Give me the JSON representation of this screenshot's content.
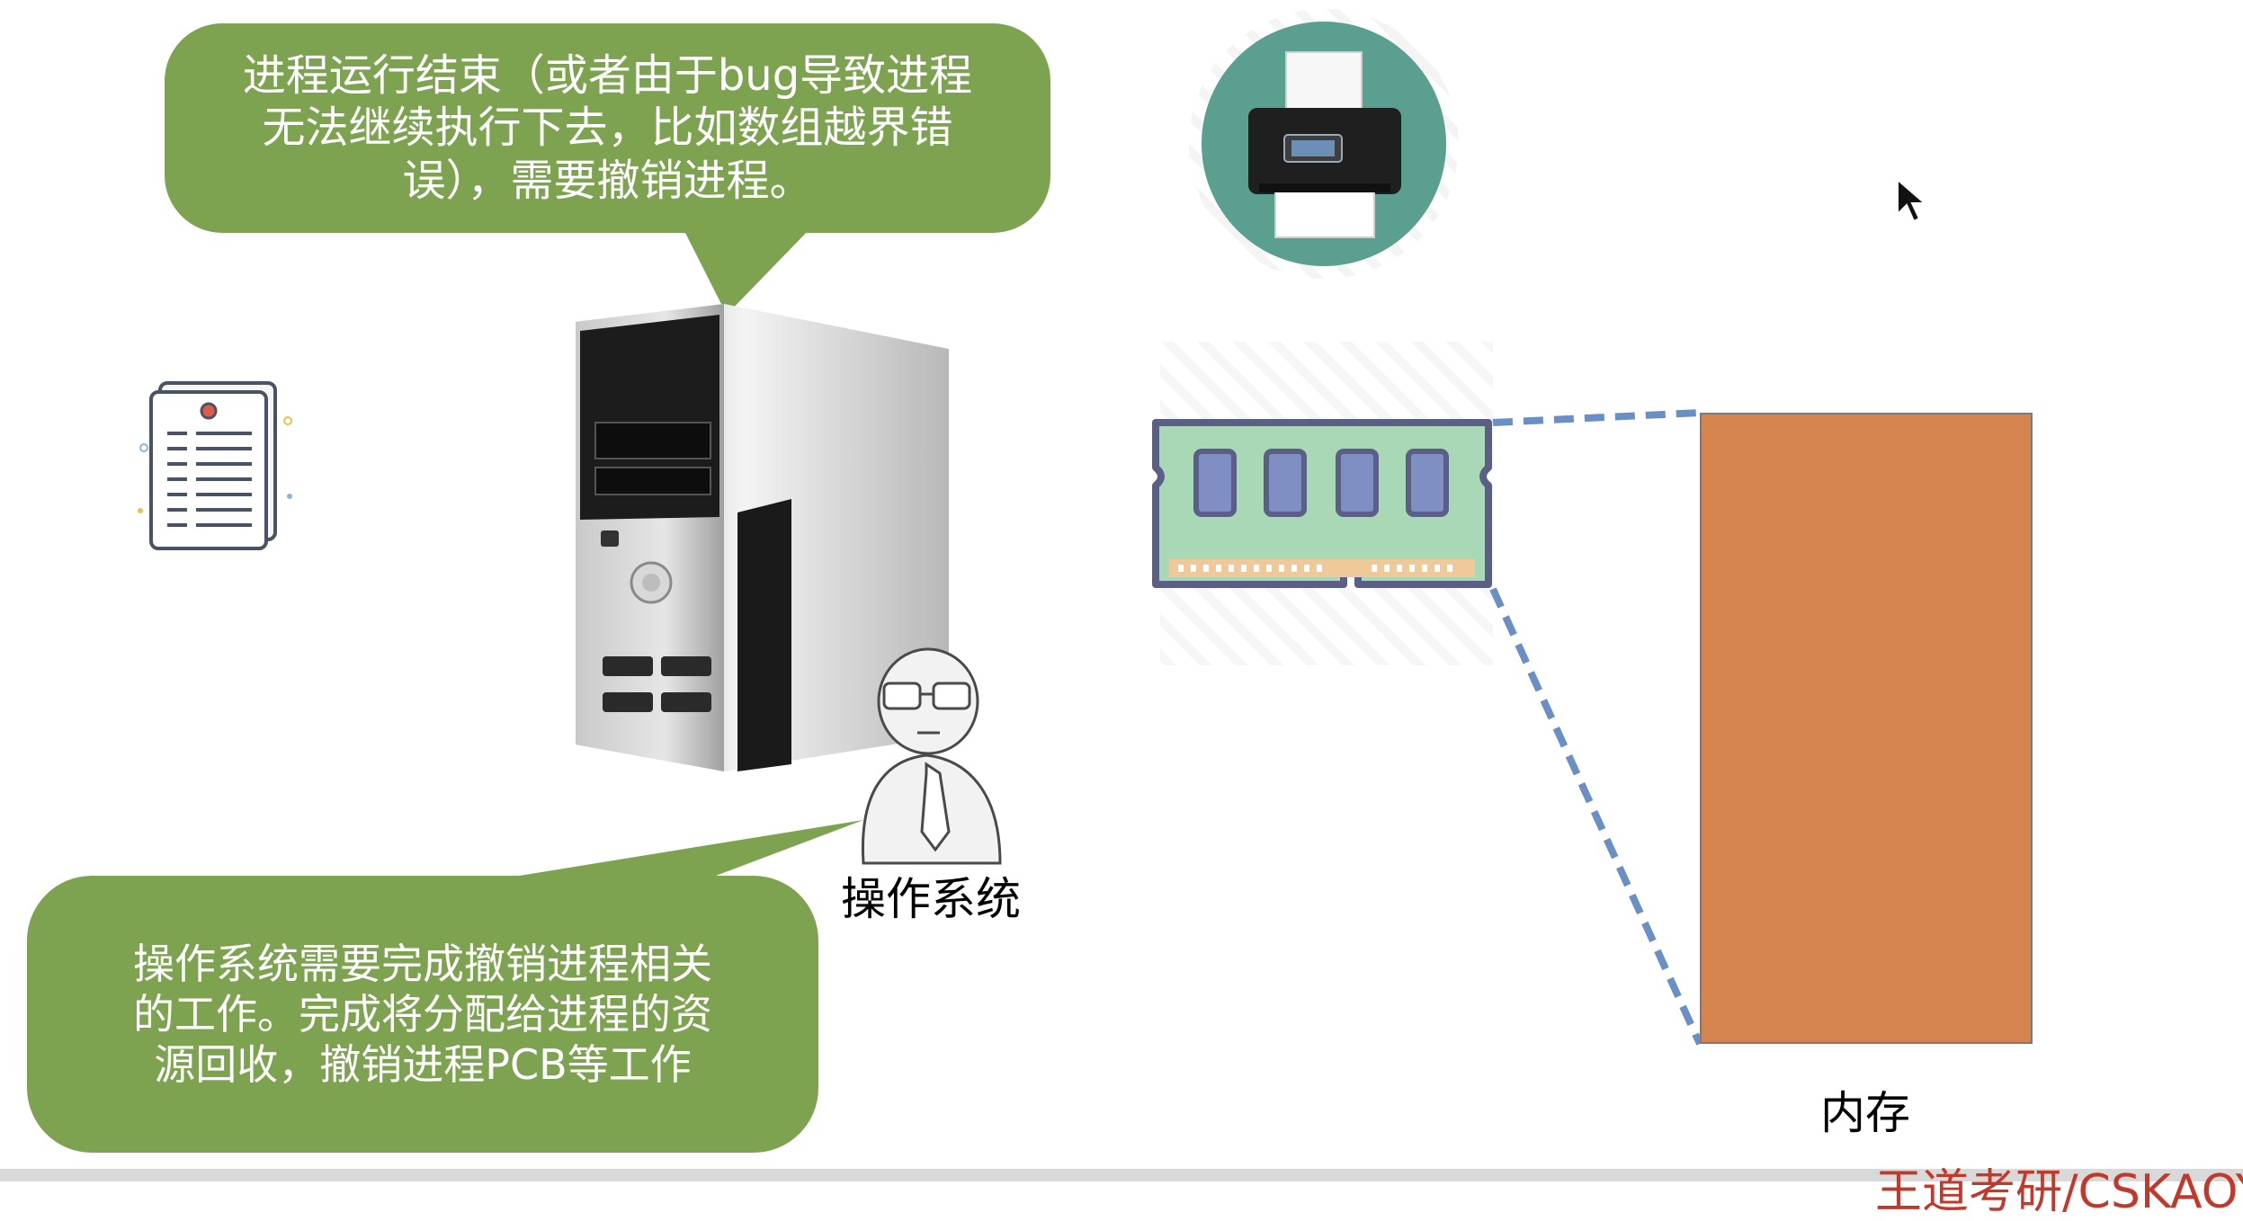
{
  "bubbles": {
    "top_text": "进程运行结束（或者由于bug导致进程\n无法继续执行下去，比如数组越界错\n误），需要撤销进程。",
    "bottom_text": "操作系统需要完成撤销进程相关\n的工作。完成将分配给进程的资\n源回收，撤销进程PCB等工作"
  },
  "labels": {
    "os": "操作系统",
    "memory": "内存"
  },
  "watermark": "王道考研/CSKAOYAN",
  "icons": {
    "document": "document-icon",
    "computer": "computer-tower-icon",
    "person": "os-person-icon",
    "printer": "printer-icon",
    "ram": "ram-stick-icon",
    "cursor": "mouse-cursor-icon"
  },
  "colors": {
    "bubble": "#7da350",
    "memory_block": "#d5844f",
    "dashed_line": "#6a8fc4",
    "printer_circle": "#5a9f90"
  }
}
